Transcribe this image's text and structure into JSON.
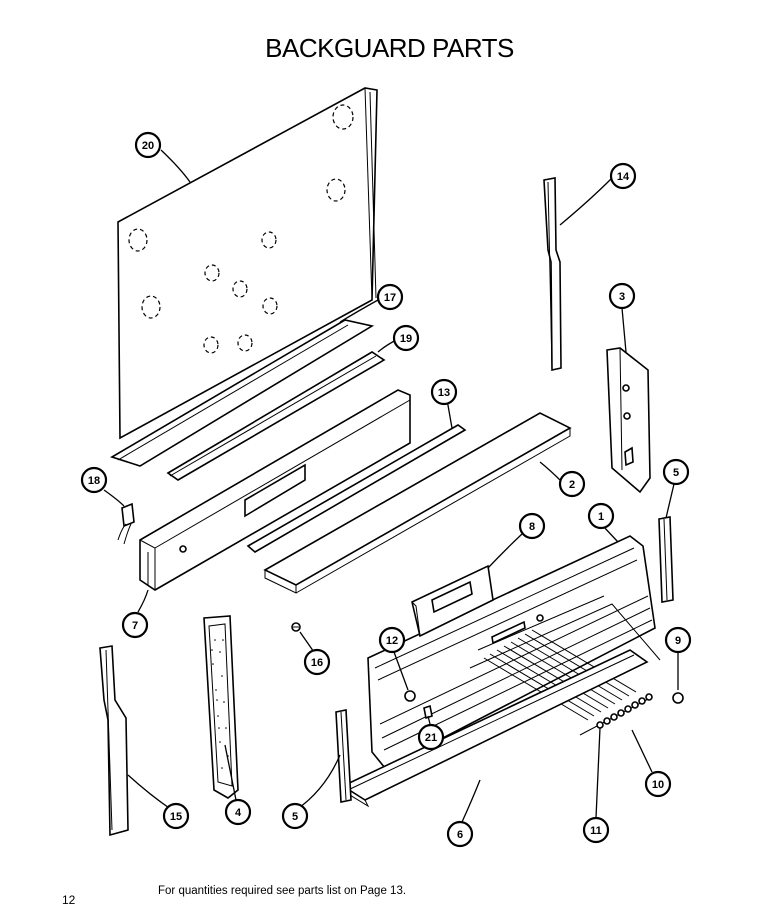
{
  "title": "BACKGUARD PARTS",
  "page_number": "12",
  "footnote": "For quantities required see parts list on Page 13.",
  "callouts": [
    {
      "id": "20",
      "label": "20"
    },
    {
      "id": "14",
      "label": "14"
    },
    {
      "id": "17",
      "label": "17"
    },
    {
      "id": "3",
      "label": "3"
    },
    {
      "id": "19",
      "label": "19"
    },
    {
      "id": "13",
      "label": "13"
    },
    {
      "id": "18",
      "label": "18"
    },
    {
      "id": "2",
      "label": "2"
    },
    {
      "id": "5a",
      "label": "5"
    },
    {
      "id": "1",
      "label": "1"
    },
    {
      "id": "8",
      "label": "8"
    },
    {
      "id": "7",
      "label": "7"
    },
    {
      "id": "16",
      "label": "16"
    },
    {
      "id": "12",
      "label": "12"
    },
    {
      "id": "9",
      "label": "9"
    },
    {
      "id": "21",
      "label": "21"
    },
    {
      "id": "15",
      "label": "15"
    },
    {
      "id": "4",
      "label": "4"
    },
    {
      "id": "5b",
      "label": "5"
    },
    {
      "id": "6",
      "label": "6"
    },
    {
      "id": "11",
      "label": "11"
    },
    {
      "id": "10",
      "label": "10"
    }
  ]
}
